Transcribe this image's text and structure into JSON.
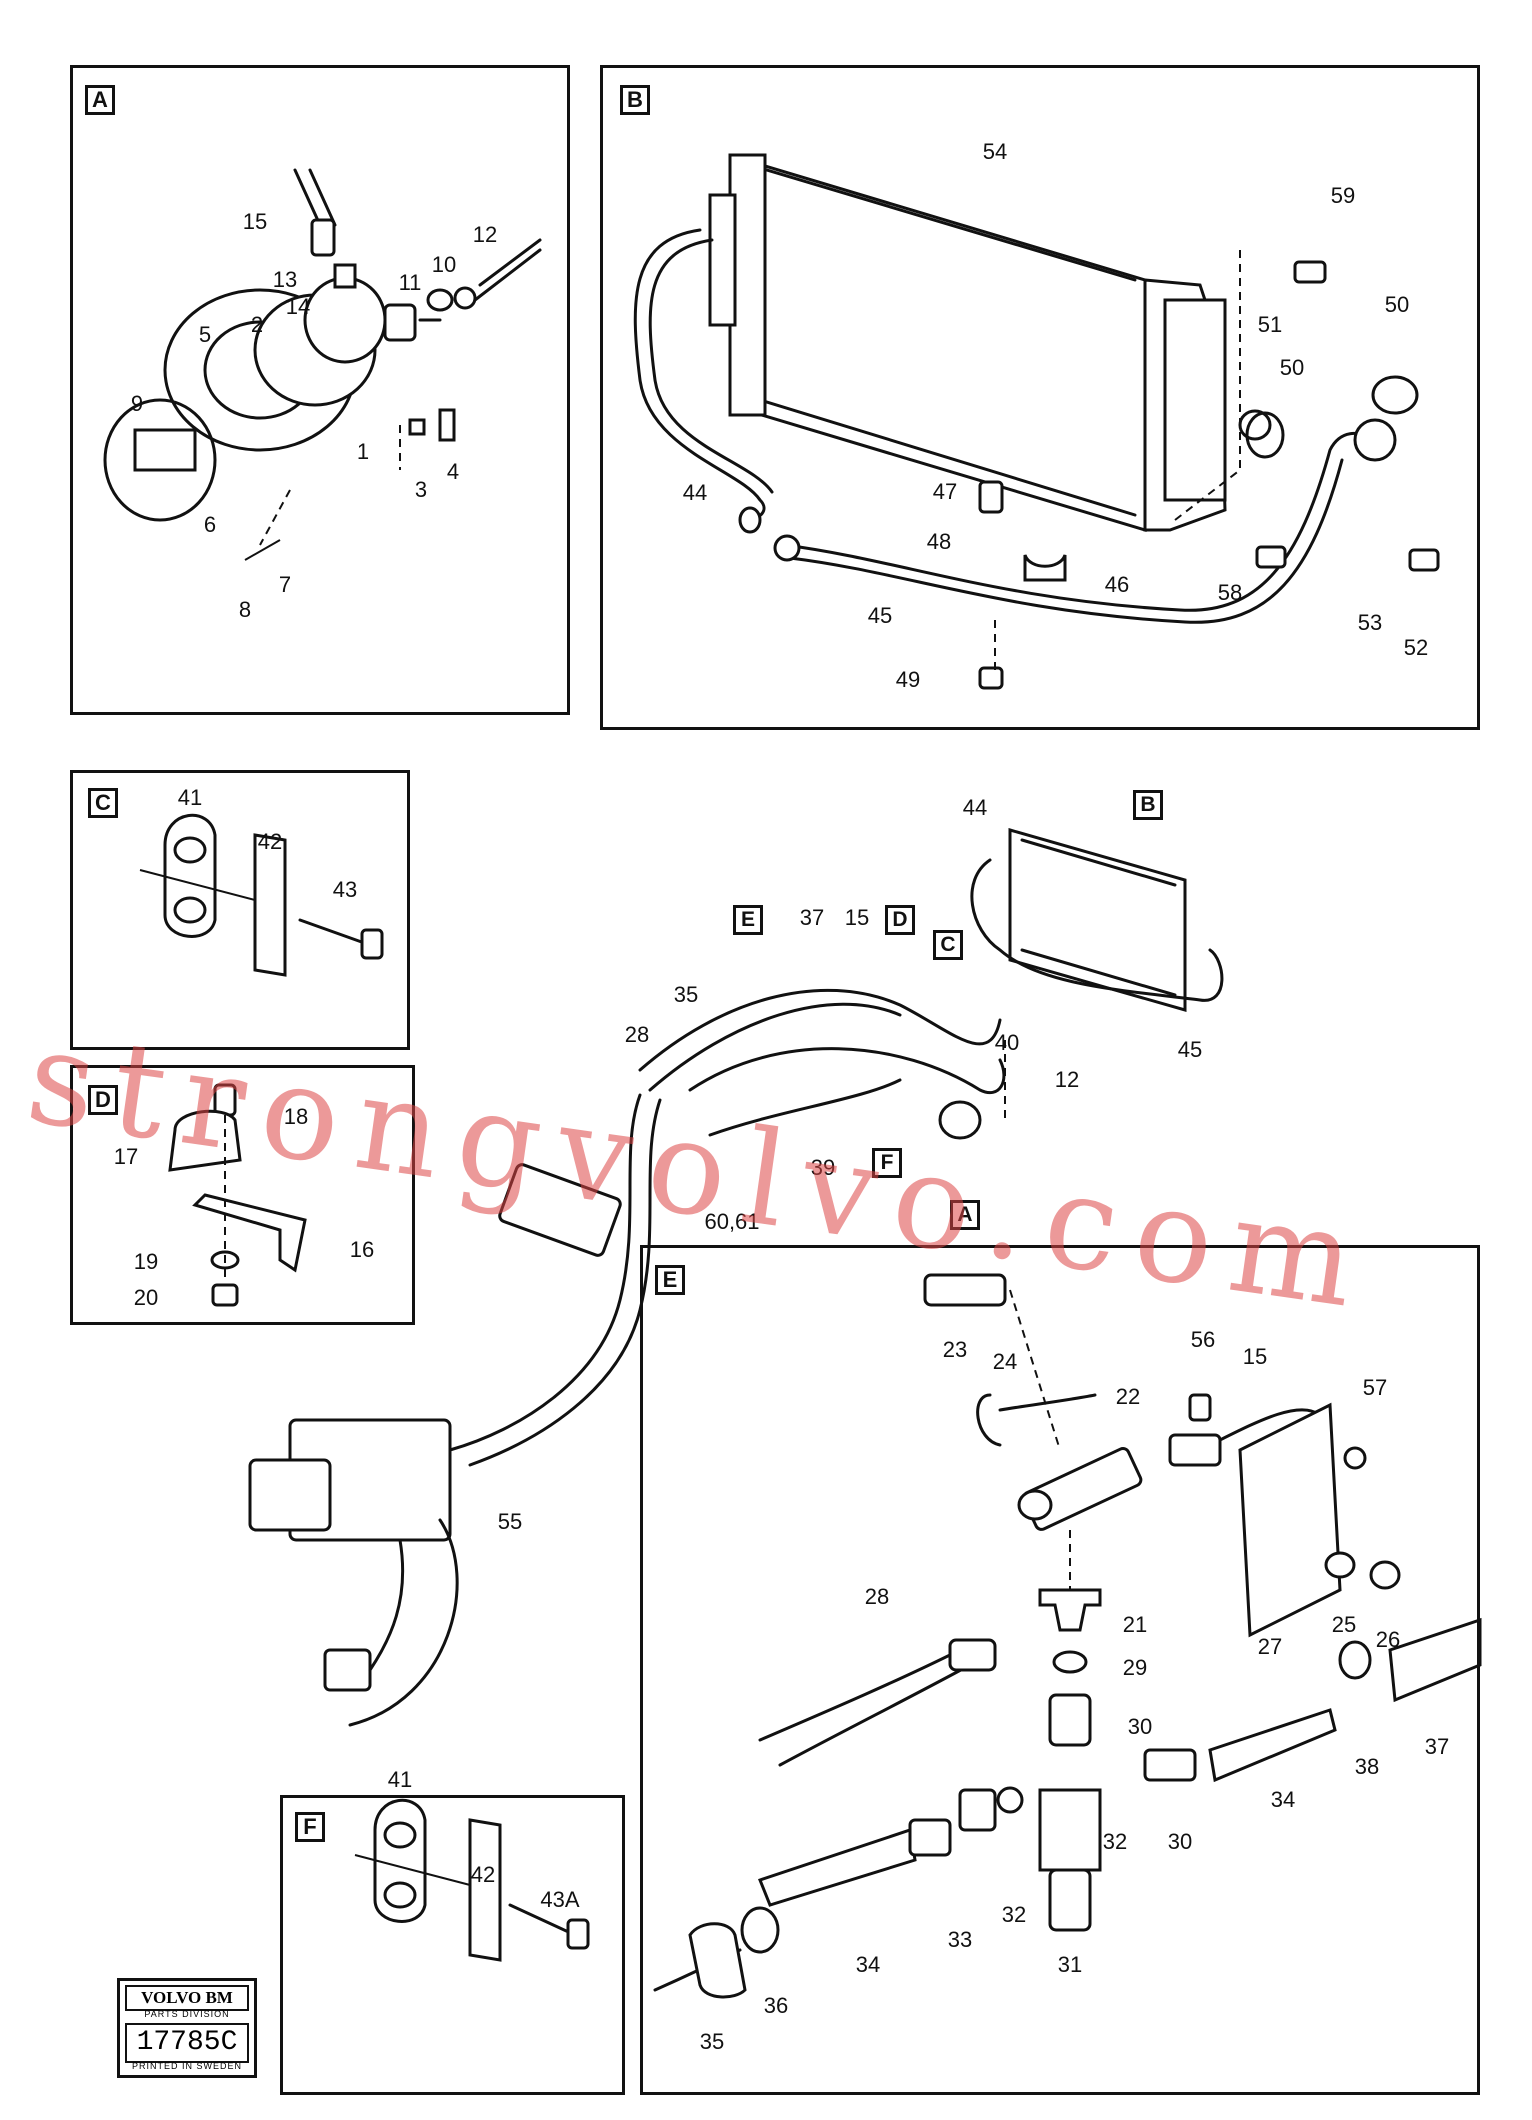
{
  "panels": {
    "A": {
      "tag": "A",
      "labels": [
        "15",
        "13",
        "14",
        "12",
        "10",
        "11",
        "5",
        "2",
        "9",
        "1",
        "3",
        "4",
        "6",
        "7",
        "8"
      ]
    },
    "B": {
      "tag": "B",
      "labels": [
        "54",
        "59",
        "50",
        "51",
        "50",
        "44",
        "47",
        "48",
        "46",
        "58",
        "53",
        "52",
        "45",
        "49"
      ]
    },
    "C": {
      "tag": "C",
      "labels": [
        "41",
        "42",
        "43"
      ]
    },
    "D": {
      "tag": "D",
      "labels": [
        "18",
        "17",
        "16",
        "19",
        "20"
      ]
    },
    "E": {
      "tag": "E",
      "labels": [
        "23",
        "24",
        "22",
        "56",
        "15",
        "57",
        "27",
        "25",
        "26",
        "28",
        "21",
        "29",
        "30",
        "37",
        "38",
        "34",
        "30",
        "32",
        "32",
        "33",
        "34",
        "31",
        "36",
        "35"
      ]
    },
    "F": {
      "tag": "F",
      "labels": [
        "41",
        "42",
        "43A"
      ]
    }
  },
  "overview": {
    "labels": [
      "44",
      "37",
      "15",
      "35",
      "28",
      "40",
      "12",
      "45",
      "39",
      "60,61",
      "55"
    ],
    "callouts": [
      "B",
      "E",
      "D",
      "C",
      "F",
      "A"
    ]
  },
  "watermark": "strongvolvo.com",
  "badge": {
    "brand": "VOLVO BM",
    "division": "PARTS DIVISION",
    "number": "17785C",
    "printed": "PRINTED IN SWEDEN"
  }
}
